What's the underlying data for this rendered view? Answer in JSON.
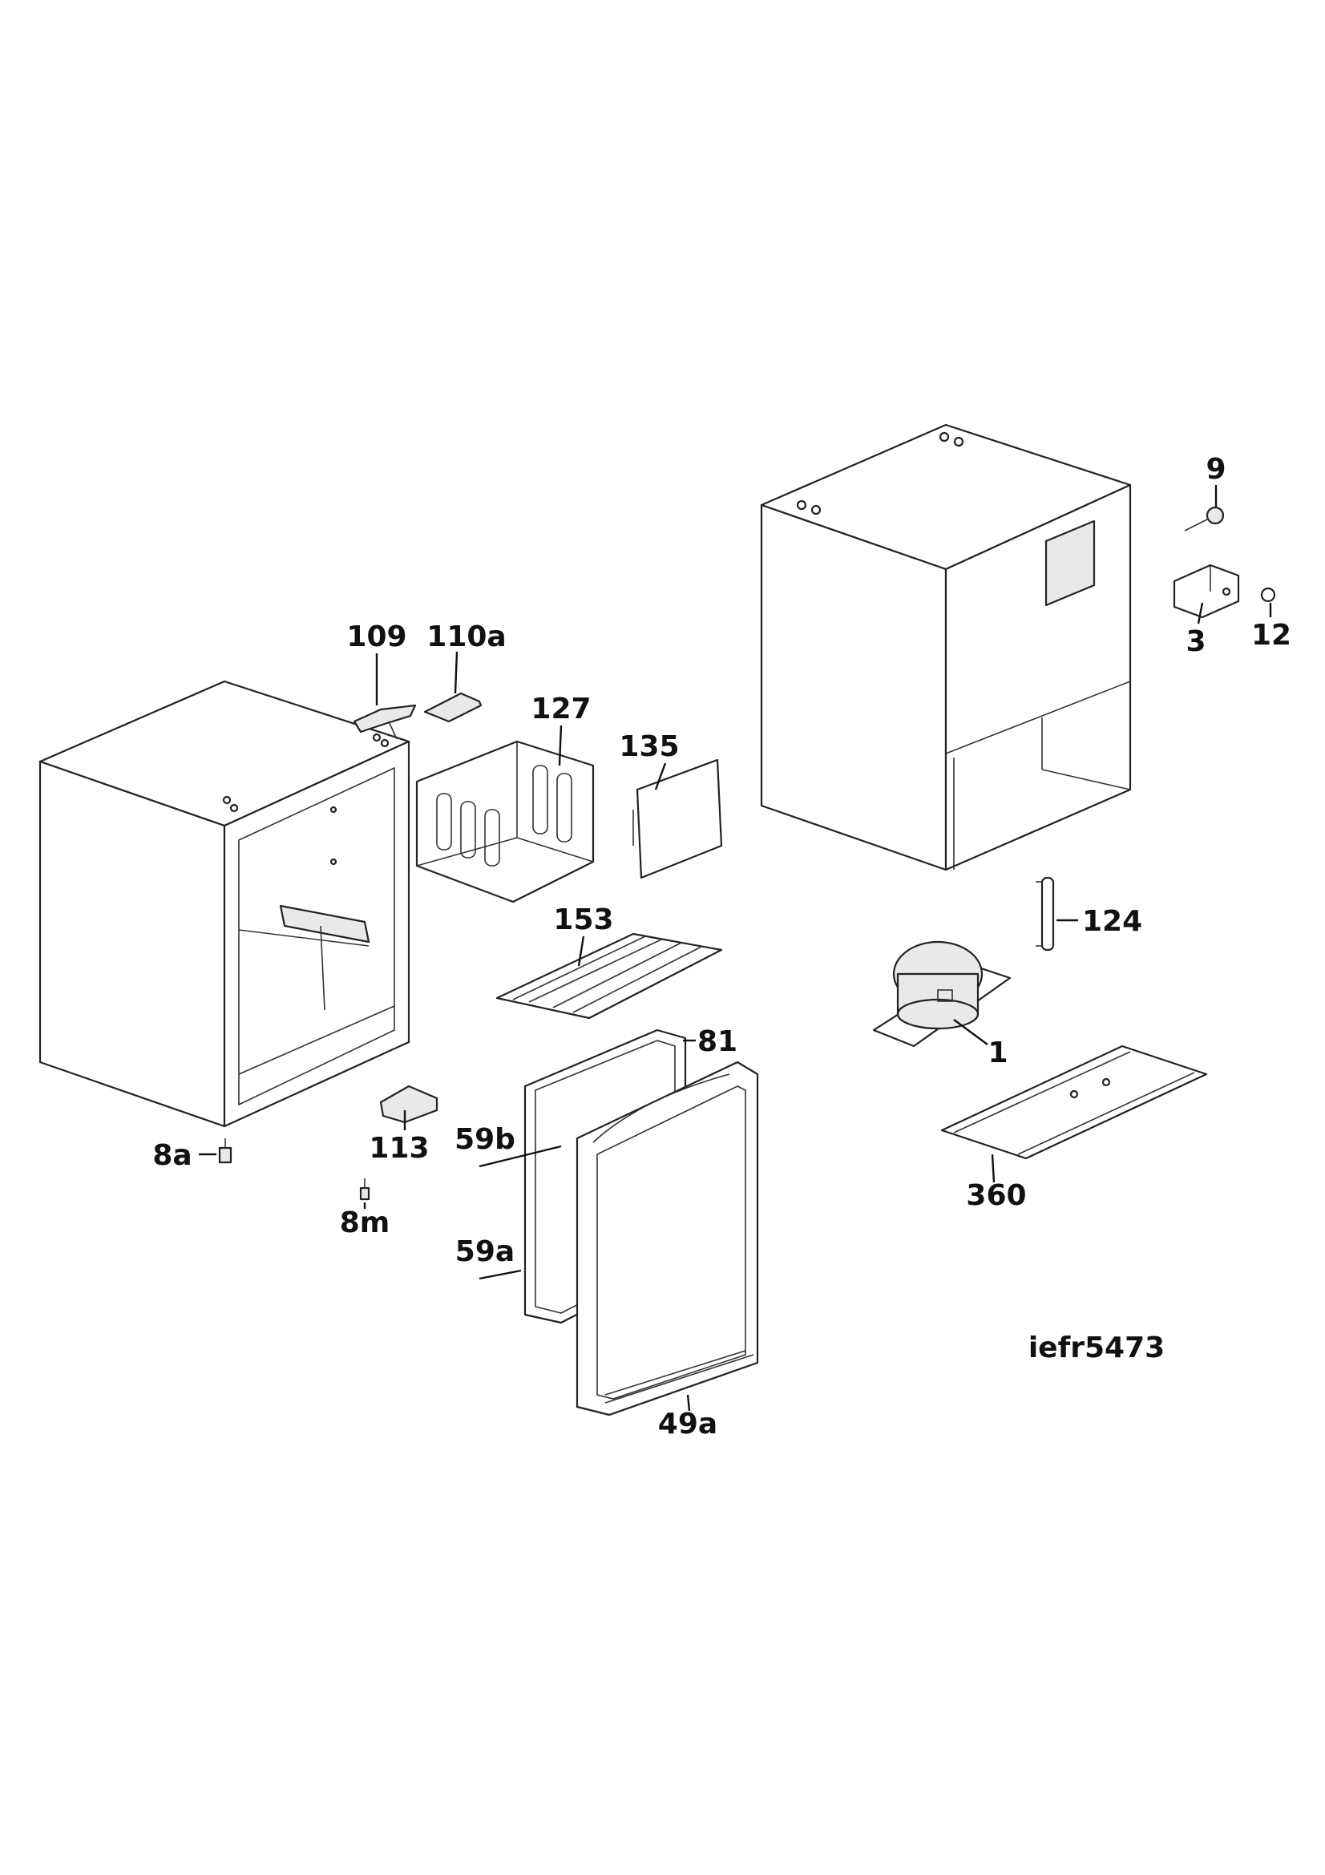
{
  "diagram_code": "iefr5473",
  "callouts": {
    "c9": "9",
    "c3": "3",
    "c12": "12",
    "c109": "109",
    "c110a": "110a",
    "c127": "127",
    "c135": "135",
    "c124": "124",
    "c153": "153",
    "c1": "1",
    "c81": "81",
    "c8a": "8a",
    "c113": "113",
    "c59b": "59b",
    "c8m": "8m",
    "c360": "360",
    "c59a": "59a",
    "c49a": "49a"
  }
}
